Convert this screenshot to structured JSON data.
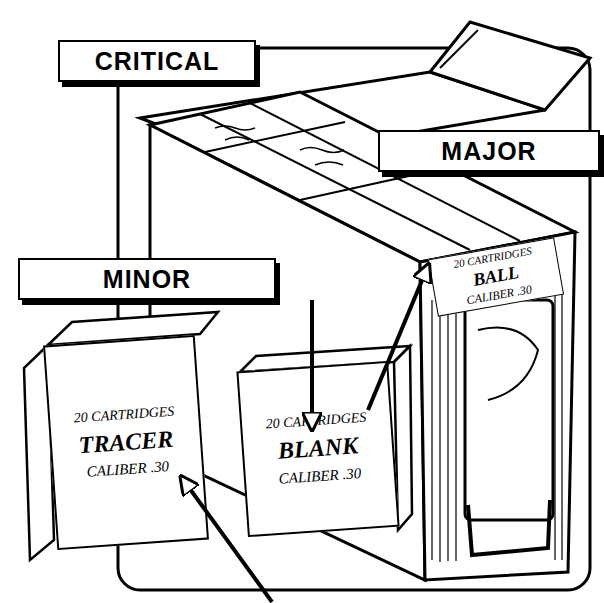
{
  "diagram": {
    "nodes": [
      {
        "text": [
          "CRITICAL"
        ]
      },
      {
        "text": [
          "MAJOR"
        ]
      },
      {
        "text": [
          "20 CARTRIDGES",
          "BALL",
          "CALIBER .30"
        ]
      },
      {
        "text": [
          "MINOR"
        ]
      },
      {
        "text": [
          "20 CARTRIDGES",
          "TRACER",
          "CALIBER .30"
        ]
      },
      {
        "text": [
          "20 CARTRIDGES",
          "BLANK",
          "CALIBER .30"
        ]
      }
    ]
  }
}
